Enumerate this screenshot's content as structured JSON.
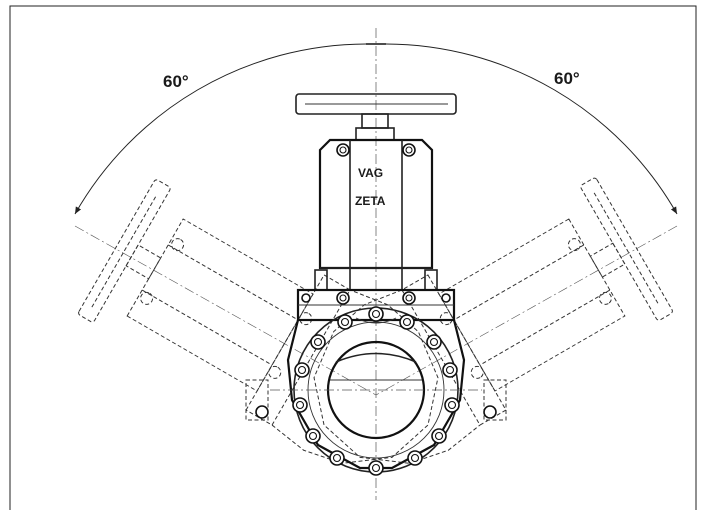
{
  "diagram": {
    "left_angle_label": "60°",
    "right_angle_label": "60°",
    "brand_line_1": "VAG",
    "brand_line_2": "ZETA"
  }
}
